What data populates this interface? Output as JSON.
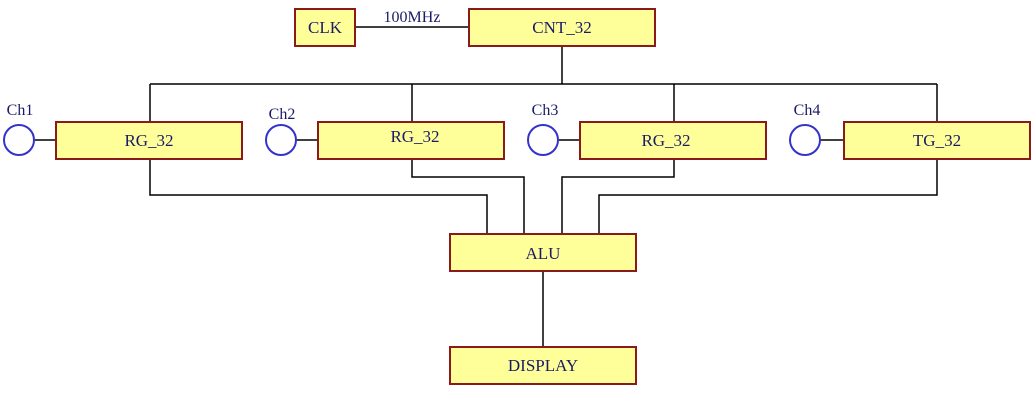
{
  "blocks": {
    "clk": "CLK",
    "cnt": "CNT_32",
    "rg1": "RG_32",
    "rg2": "RG_32",
    "rg3": "RG_32",
    "tg": "TG_32",
    "alu": "ALU",
    "display": "DISPLAY"
  },
  "channels": {
    "ch1": "Ch1",
    "ch2": "Ch2",
    "ch3": "Ch3",
    "ch4": "Ch4"
  },
  "signals": {
    "clock_freq": "100MHz"
  },
  "colors": {
    "block_fill": "#ffff99",
    "block_border": "#8b1a1a",
    "text": "#1a1a66",
    "port_stroke": "#3333cc",
    "wire": "#000000"
  }
}
